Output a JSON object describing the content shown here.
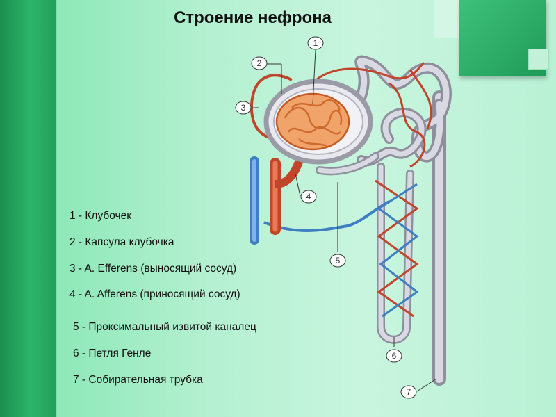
{
  "title": "Строение нефрона",
  "legend": [
    "1 - Клубочек",
    "2  - Капсула клубочка",
    "3 - A. Efferens (выносящий сосуд)",
    "4 - A. Afferens (приносящий сосуд)",
    "5 - Проксимальный   извитой  каналец",
    "6 - Петля Генле",
    "7 - Собирательная  трубка"
  ],
  "callouts": [
    "1",
    "2",
    "3",
    "4",
    "5",
    "6",
    "7"
  ],
  "colors": {
    "artery": "#d2522d",
    "vein": "#4b8fd0",
    "tubule": "#c9c9d6",
    "glomerulus": "#e0824a"
  }
}
